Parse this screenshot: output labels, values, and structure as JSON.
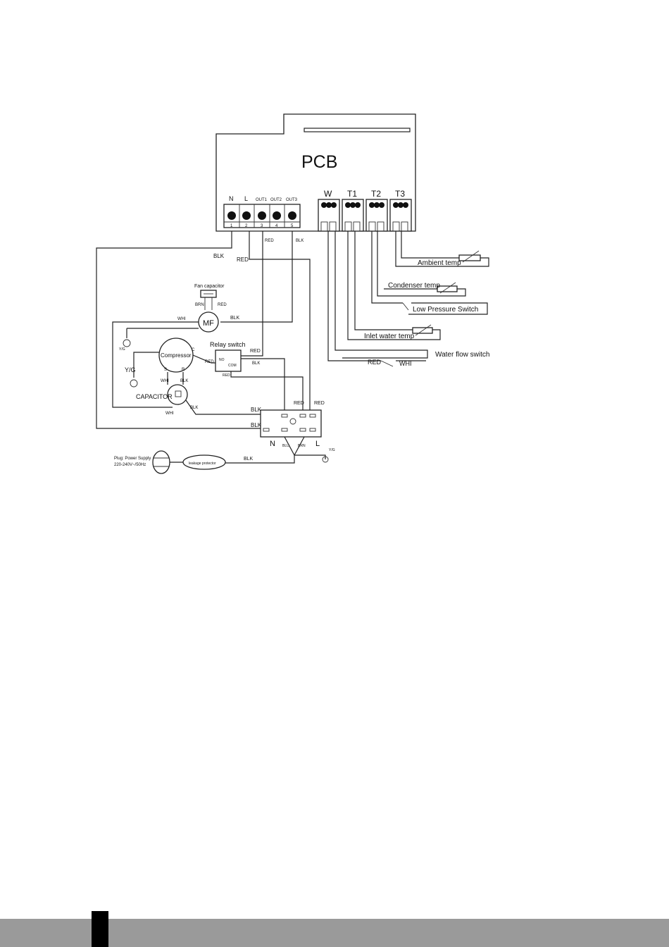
{
  "pcb": {
    "title": "PCB",
    "terminal_labels": [
      "N",
      "L",
      "OUT1",
      "OUT2",
      "OUT3"
    ],
    "terminal_numbers": [
      "1",
      "2",
      "3",
      "4",
      "5"
    ],
    "sensor_blocks": [
      "W",
      "T1",
      "T2",
      "T3"
    ]
  },
  "sensors": {
    "ambient_temp": "Ambient temp",
    "condenser_temp": "Condenser temp",
    "low_pressure_switch": "Low Pressure Switch",
    "inlet_water_temp": "Inlet water temp",
    "water_flow_switch": "Water flow switch"
  },
  "components": {
    "fan_capacitor": "Fan capacitor",
    "fan_motor": "MF",
    "compressor": "Compressor",
    "capacitor": "CAPACITOR",
    "relay_switch": "Relay switch",
    "relay_no": "NO",
    "relay_com": "COM",
    "leakage_protector": "leakage protector",
    "plug_line1": "Plug: Power Supply",
    "plug_line2": "220-240V~/50Hz",
    "compressor_c": "C",
    "compressor_s": "S",
    "compressor_r": "R",
    "terminal_n": "N",
    "terminal_l": "L"
  },
  "wire_labels": {
    "blk": "BLK",
    "red": "RED",
    "whi": "WHI",
    "brn": "BRN",
    "blu": "BLU",
    "yg": "Y/G"
  }
}
